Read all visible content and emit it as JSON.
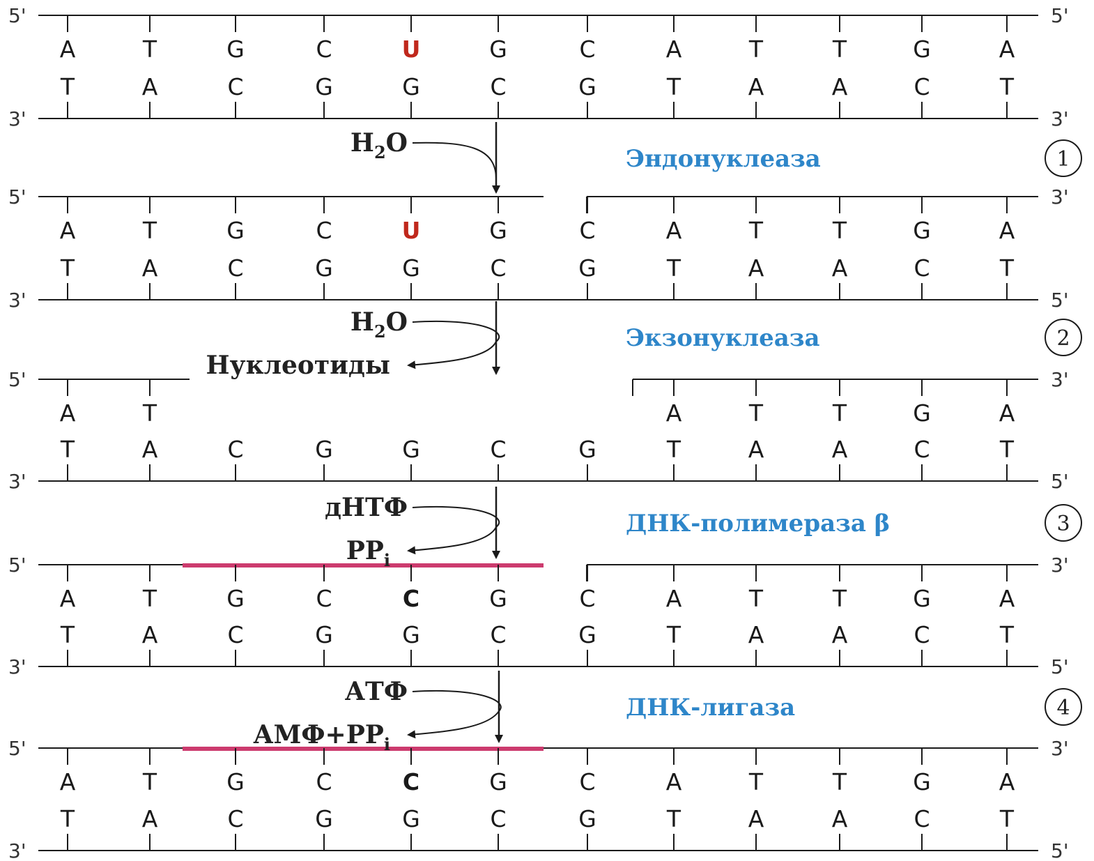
{
  "colors": {
    "strand": "#1a1a1a",
    "new_dna": "#cc3b6e",
    "enzyme_text": "#2e86c9",
    "uracil": "#c0281c"
  },
  "stages": [
    {
      "top_left": "5'",
      "top_right": "5'",
      "bottom_left": "3'",
      "bottom_right": "3'",
      "top_bases": [
        "A",
        "T",
        "G",
        "C",
        "U",
        "G",
        "C",
        "A",
        "T",
        "T",
        "G",
        "A"
      ],
      "bottom_bases": [
        "T",
        "A",
        "C",
        "G",
        "G",
        "C",
        "G",
        "T",
        "A",
        "A",
        "C",
        "T"
      ]
    },
    {
      "top_left": "5'",
      "top_right": "3'",
      "bottom_left": "3'",
      "bottom_right": "5'",
      "top_bases": [
        "A",
        "T",
        "G",
        "C",
        "U",
        "G",
        "C",
        "A",
        "T",
        "T",
        "G",
        "A"
      ],
      "bottom_bases": [
        "T",
        "A",
        "C",
        "G",
        "G",
        "C",
        "G",
        "T",
        "A",
        "A",
        "C",
        "T"
      ]
    },
    {
      "top_left": "5'",
      "top_right": "3'",
      "bottom_left": "3'",
      "bottom_right": "5'",
      "top_bases": [
        "A",
        "T",
        "",
        "",
        "",
        "",
        "",
        "A",
        "T",
        "T",
        "G",
        "A"
      ],
      "bottom_bases": [
        "T",
        "A",
        "C",
        "G",
        "G",
        "C",
        "G",
        "T",
        "A",
        "A",
        "C",
        "T"
      ]
    },
    {
      "top_left": "5'",
      "top_right": "3'",
      "bottom_left": "3'",
      "bottom_right": "5'",
      "top_bases": [
        "A",
        "T",
        "G",
        "C",
        "C",
        "G",
        "C",
        "A",
        "T",
        "T",
        "G",
        "A"
      ],
      "bottom_bases": [
        "T",
        "A",
        "C",
        "G",
        "G",
        "C",
        "G",
        "T",
        "A",
        "A",
        "C",
        "T"
      ]
    },
    {
      "top_left": "5'",
      "top_right": "3'",
      "bottom_left": "3'",
      "bottom_right": "5'",
      "top_bases": [
        "A",
        "T",
        "G",
        "C",
        "C",
        "G",
        "C",
        "A",
        "T",
        "T",
        "G",
        "A"
      ],
      "bottom_bases": [
        "T",
        "A",
        "C",
        "G",
        "G",
        "C",
        "G",
        "T",
        "A",
        "A",
        "C",
        "T"
      ]
    }
  ],
  "steps": [
    {
      "number": "1",
      "enzyme": "Эндонуклеаза",
      "in": "H",
      "in_sub": "2",
      "in_tail": "O",
      "out": "",
      "out_sub": ""
    },
    {
      "number": "2",
      "enzyme": "Экзонуклеаза",
      "in": "H",
      "in_sub": "2",
      "in_tail": "O",
      "out": "Нуклеотиды",
      "out_sub": ""
    },
    {
      "number": "3",
      "enzyme": "ДНК-полимераза β",
      "in": "дНТФ",
      "in_sub": "",
      "in_tail": "",
      "out": "PP",
      "out_sub": "i"
    },
    {
      "number": "4",
      "enzyme": "ДНК-лигаза",
      "in": "АТФ",
      "in_sub": "",
      "in_tail": "",
      "out": "АМФ+PP",
      "out_sub": "i"
    }
  ]
}
